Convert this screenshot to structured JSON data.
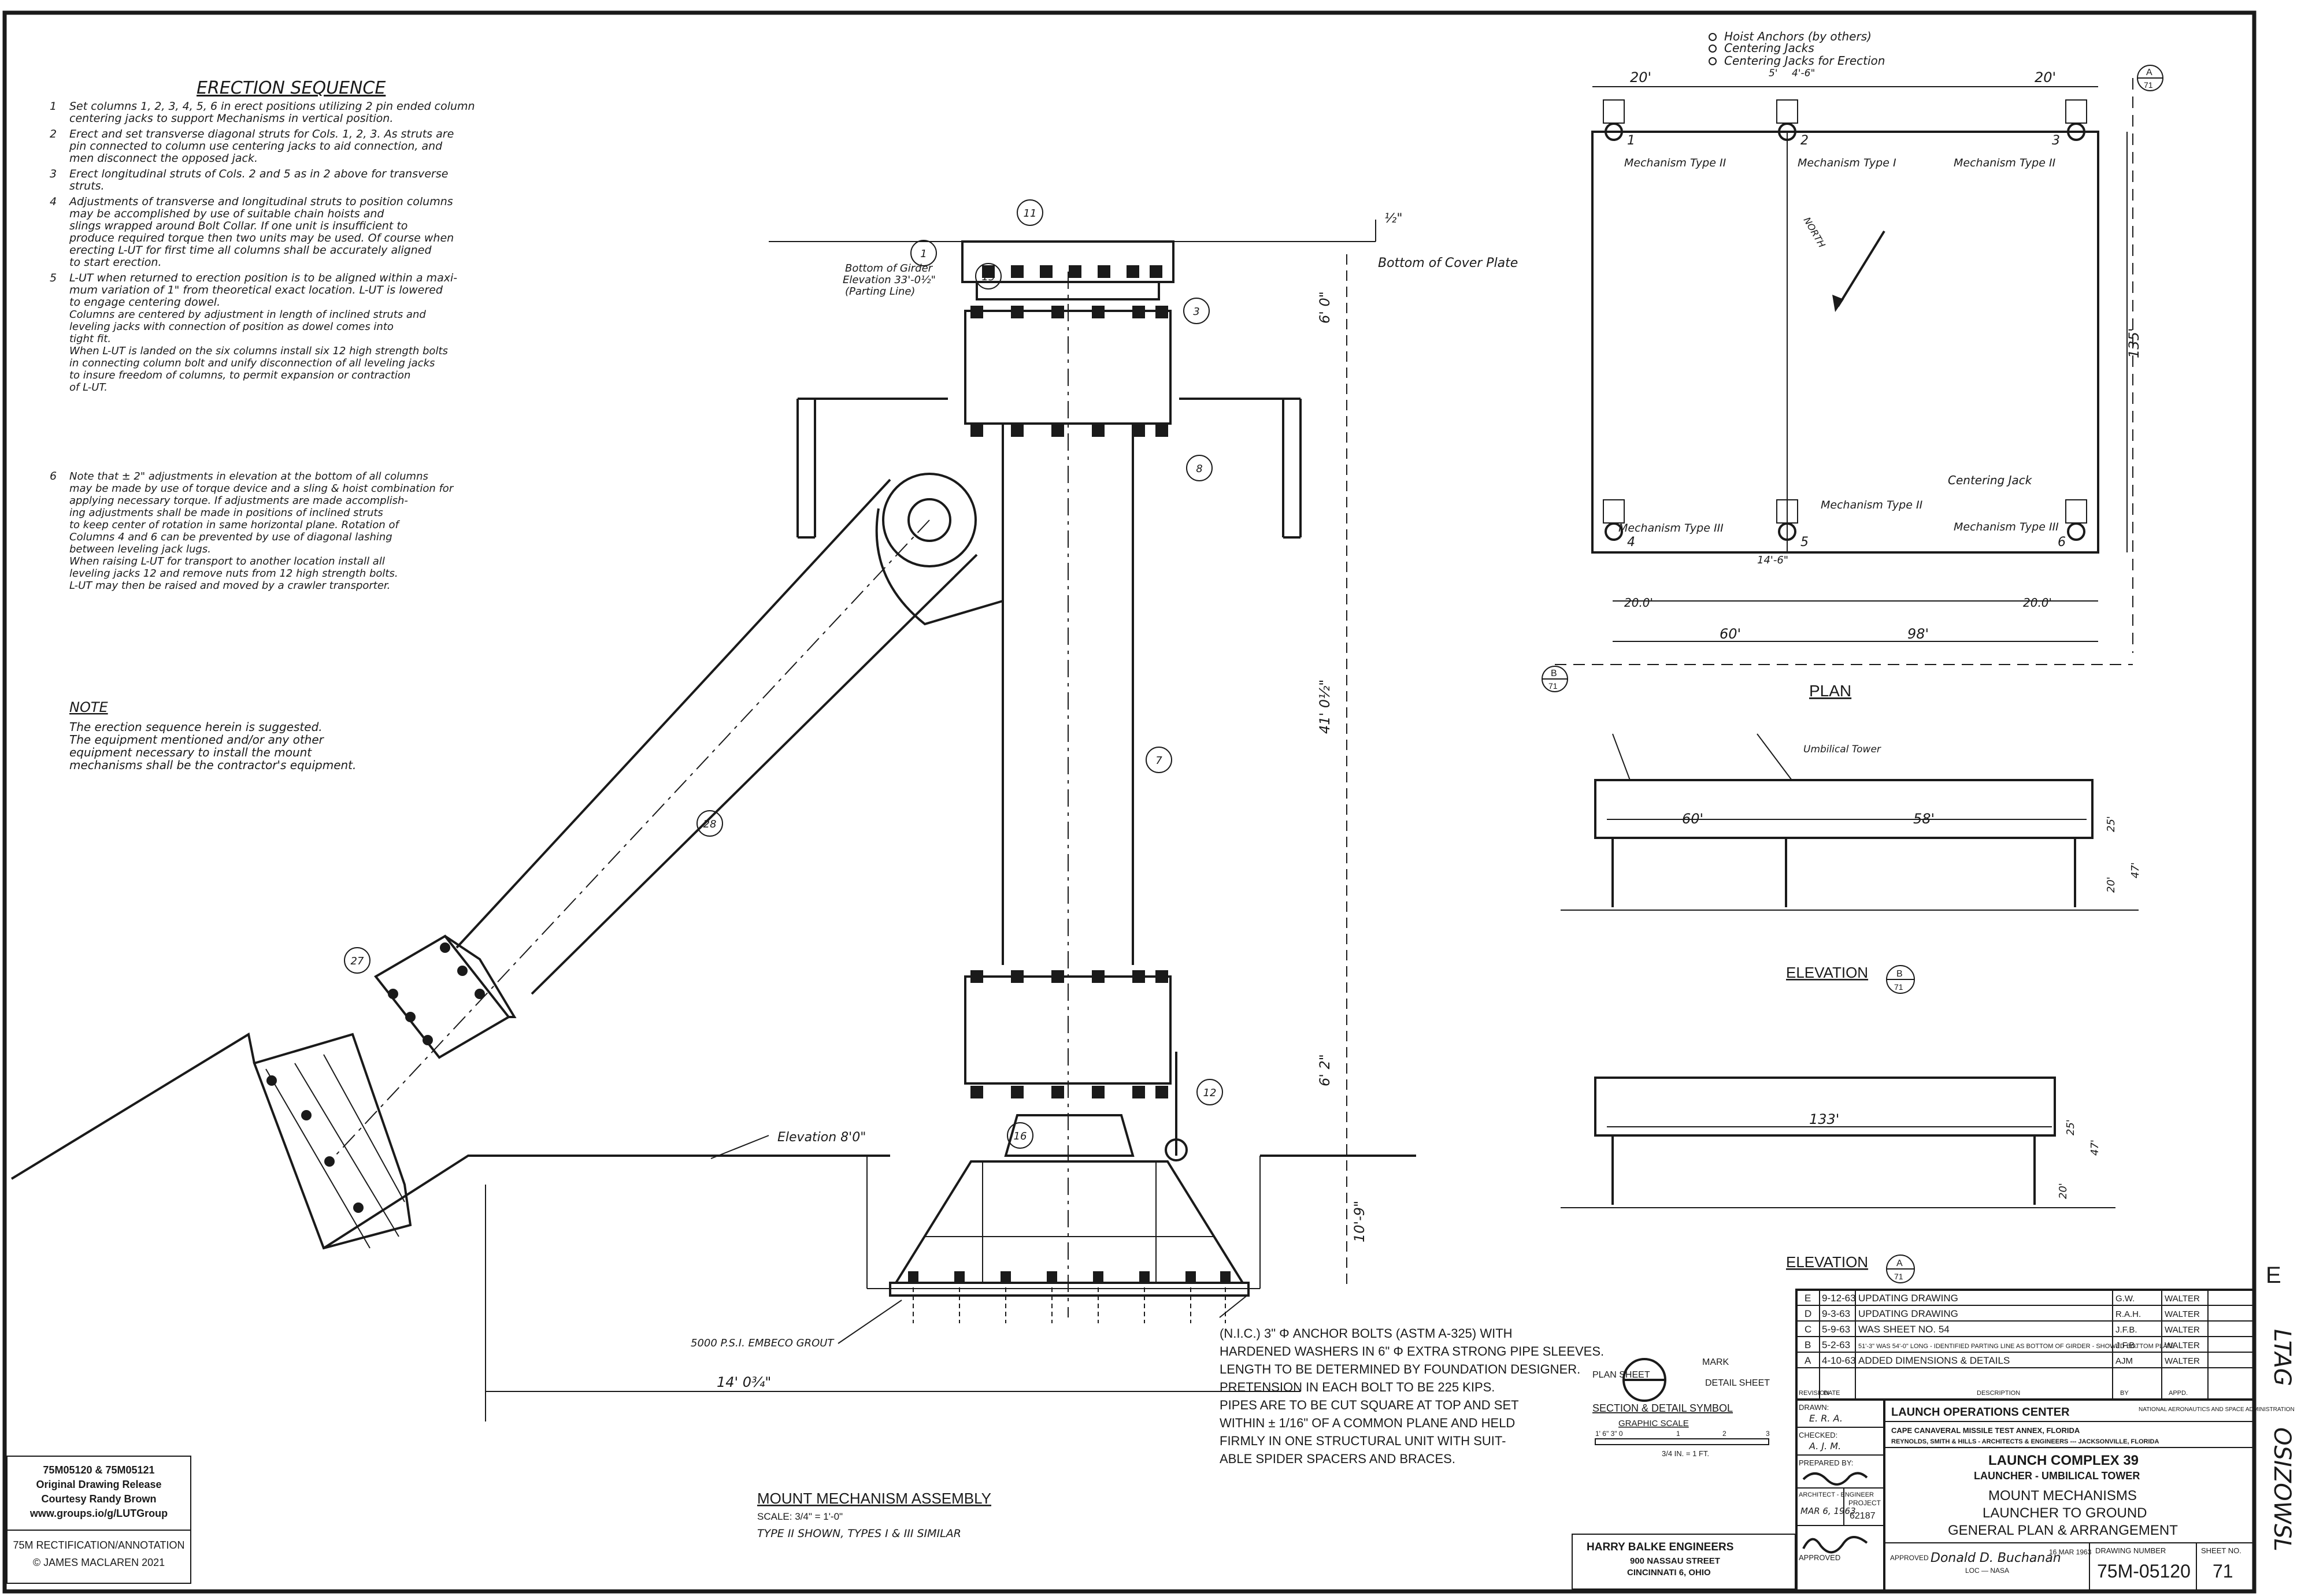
{
  "erection_sequence": {
    "title": "ERECTION   SEQUENCE",
    "steps": [
      {
        "num": "1",
        "lines": [
          "Set columns 1, 2, 3, 4, 5, 6 in erect positions utilizing 2 pin ended column",
          "centering jacks to support Mechanisms in vertical position."
        ]
      },
      {
        "num": "2",
        "lines": [
          "Erect and set transverse diagonal struts for Cols. 1, 2, 3. As struts are",
          "pin connected to column use centering jacks to aid connection, and",
          "men disconnect the opposed jack."
        ]
      },
      {
        "num": "3",
        "lines": [
          "Erect longitudinal struts of Cols. 2 and 5 as in 2 above for transverse",
          "struts."
        ]
      },
      {
        "num": "4",
        "lines": [
          "Adjustments of transverse and longitudinal struts to position columns",
          "may be accomplished by use of suitable chain hoists and",
          "slings wrapped around Bolt Collar. If one unit is insufficient to",
          "produce required torque then two units may be used. Of course when",
          "erecting L-UT for first time all columns shall be accurately aligned",
          "to start erection."
        ]
      },
      {
        "num": "5",
        "lines": [
          "L-UT when returned to erection position is to be aligned within a maxi-",
          "mum variation of 1\" from theoretical exact location. L-UT is lowered",
          "to engage centering dowel."
        ]
      }
    ],
    "notes_b": [
      "Columns are centered by adjustment in length of inclined struts and",
      "leveling jacks with connection of position as dowel comes into",
      "tight fit.",
      "When L-UT is landed on the six columns install six 12 high strength bolts",
      "in connecting column bolt and unify disconnection of all leveling jacks",
      "to insure freedom of columns, to permit expansion or contraction",
      "of L-UT."
    ],
    "note6": [
      "Note that ± 2\" adjustments in elevation at the bottom of all columns",
      "may be made by use of torque device and a sling & hoist combination for",
      "applying necessary torque. If adjustments are made accomplish-",
      "ing adjustments shall be made in positions of inclined struts",
      "to keep center of rotation in same horizontal plane. Rotation of",
      "Columns 4 and 6 can be prevented by use of diagonal lashing",
      "between leveling jack lugs.",
      "When raising L-UT for transport to another location install all",
      "leveling jacks 12 and remove nuts from 12 high strength bolts.",
      "L-UT may then be raised and moved by a crawler transporter."
    ],
    "note_label": "NOTE",
    "note_text": [
      "The erection sequence herein is suggested.",
      "The equipment mentioned and/or any other",
      "equipment necessary to install the mount",
      "mechanisms shall be the contractor's equipment."
    ]
  },
  "assembly": {
    "callouts": [
      "11",
      "1",
      "15",
      "3",
      "8",
      "7",
      "28",
      "27",
      "12",
      "16"
    ],
    "cover_plate": "Bottom of Cover Plate",
    "girder_label": [
      "Bottom of Girder",
      "Elevation 33'-0½\"",
      "(Parting Line)"
    ],
    "half_inch": "½\"",
    "elevation_label": "Elevation 8'0\"",
    "grout_label": "5000 P.S.I. EMBECO GROUT",
    "dim_left": "14' 0¾\"",
    "vertical_dims": [
      "6' 0\"",
      "41' 0½\"",
      "6' 2\"",
      "10'-9\""
    ],
    "anchor_note": [
      "(N.I.C.) 3\" Φ ANCHOR BOLTS (ASTM A-325) WITH",
      "HARDENED WASHERS IN 6\" Φ EXTRA STRONG PIPE SLEEVES.",
      "LENGTH TO BE DETERMINED BY FOUNDATION DESIGNER.",
      "PRETENSION IN EACH BOLT TO BE 225 KIPS.",
      "PIPES ARE TO BE CUT SQUARE AT TOP AND SET",
      "WITHIN ± 1/16\" OF A COMMON PLANE AND HELD",
      "FIRMLY IN ONE STRUCTURAL UNIT WITH SUIT-",
      "ABLE SPIDER SPACERS AND BRACES."
    ],
    "title": "MOUNT  MECHANISM  ASSEMBLY",
    "scale": "SCALE: 3/4\" = 1'-0\"",
    "type_note": "TYPE II SHOWN,  TYPES I & III  SIMILAR"
  },
  "plan": {
    "legend": [
      "Hoist Anchors (by others)",
      "Centering Jacks",
      "Centering Jacks for Erection"
    ],
    "dims_top": [
      "20'",
      "20'",
      "5'",
      "4'-6\""
    ],
    "col_labels": [
      "1",
      "2",
      "3",
      "4",
      "5",
      "6"
    ],
    "mech_labels": [
      "Mechanism Type II",
      "Mechanism Type I",
      "Mechanism Type II",
      "Mechanism Type III",
      "Mechanism Type II",
      "Mechanism Type III"
    ],
    "centering_jack": "Centering Jack",
    "north": "NORTH",
    "dim_135": "135'",
    "dims_bottom": [
      "20.0'",
      "60'",
      "98'",
      "14'-6\"",
      "20.0'"
    ],
    "section_a": "A",
    "section_a_sheet": "71",
    "section_b": "B",
    "section_b_sheet": "71",
    "title": "PLAN"
  },
  "elev_b": {
    "umbilical": "Umbilical Tower",
    "dims": [
      "60'",
      "58'",
      "25'",
      "47'",
      "20'"
    ],
    "title": "ELEVATION",
    "mark": "B",
    "sheet": "71"
  },
  "elev_a": {
    "dims": [
      "133'",
      "25'",
      "47'",
      "20'"
    ],
    "title": "ELEVATION",
    "mark": "A",
    "sheet": "71"
  },
  "symbol": {
    "plan_sheet": "PLAN SHEET",
    "mark": "MARK",
    "detail_sheet": "DETAIL SHEET",
    "title": "SECTION & DETAIL SYMBOL",
    "graphic_scale": "GRAPHIC SCALE",
    "scale_ticks": [
      "1' 6\" 3\" 0",
      "1",
      "2",
      "3"
    ],
    "scale_text": "3/4  IN. = 1 FT."
  },
  "revisions": [
    {
      "rev": "E",
      "date": "9-12-63",
      "desc": "UPDATING DRAWING",
      "by": "G.W.",
      "appd": "WALTER"
    },
    {
      "rev": "D",
      "date": "9-3-63",
      "desc": "UPDATING DRAWING",
      "by": "R.A.H.",
      "appd": "WALTER"
    },
    {
      "rev": "C",
      "date": "5-9-63",
      "desc": "WAS SHEET NO. 54",
      "by": "J.F.B.",
      "appd": "WALTER"
    },
    {
      "rev": "B",
      "date": "5-2-63",
      "desc": "51'-3\" WAS 54'-0\" LONG - IDENTIFIED PARTING LINE AS BOTTOM OF GIRDER - SHOWED BOTTOM PLATE",
      "by": "J.F.B.",
      "appd": "WALTER"
    },
    {
      "rev": "A",
      "date": "4-10-63",
      "desc": "ADDED DIMENSIONS & DETAILS",
      "by": "AJM",
      "appd": "WALTER"
    }
  ],
  "rev_headers": [
    "REVISION",
    "DATE",
    "DESCRIPTION",
    "BY",
    "APPD."
  ],
  "title_block": {
    "drawn_label": "DRAWN:",
    "drawn": "E. R. A.",
    "checked_label": "CHECKED:",
    "checked": "A. J. M.",
    "prepared_label": "PREPARED BY:",
    "architect": "ARCHITECT - ENGINEER",
    "project_label": "PROJECT",
    "project": "62187",
    "date": "MAR 6, 1963",
    "approved_label": "APPROVED",
    "center": "LAUNCH OPERATIONS CENTER",
    "nasa": "NATIONAL AERONAUTICS AND SPACE ADMINISTRATION",
    "annex": "CAPE CANAVERAL MISSILE TEST ANNEX, FLORIDA",
    "firm": "REYNOLDS, SMITH & HILLS - ARCHITECTS & ENGINEERS   ---   JACKSONVILLE, FLORIDA",
    "complex": "LAUNCH COMPLEX 39",
    "tower": "LAUNCHER - UMBILICAL TOWER",
    "t1": "MOUNT  MECHANISMS",
    "t2": "LAUNCHER  TO  GROUND",
    "t3": "GENERAL  PLAN  &  ARRANGEMENT",
    "approved_sig": "Donald D. Buchanan",
    "loc": "LOC — NASA",
    "stamp_date": "16 MAR 1963",
    "dwg_label": "DRAWING NUMBER",
    "dwg": "75M-05120",
    "sheet_label": "SHEET NO.",
    "sheet": "71"
  },
  "harry": {
    "name": "HARRY BALKE ENGINEERS",
    "street": "900 NASSAU STREET",
    "city": "CINCINNATI 6, OHIO"
  },
  "credits": [
    "75M05120 & 75M05121",
    "Original Drawing Release",
    "Courtesy Randy Brown",
    "www.groups.io/g/LUTGroup",
    "75M RECTIFICATION/ANNOTATION",
    "© JAMES MACLAREN 2021"
  ],
  "edge": {
    "letter": "E",
    "text1": "LTAG",
    "text2": "OSIZOWSL"
  }
}
